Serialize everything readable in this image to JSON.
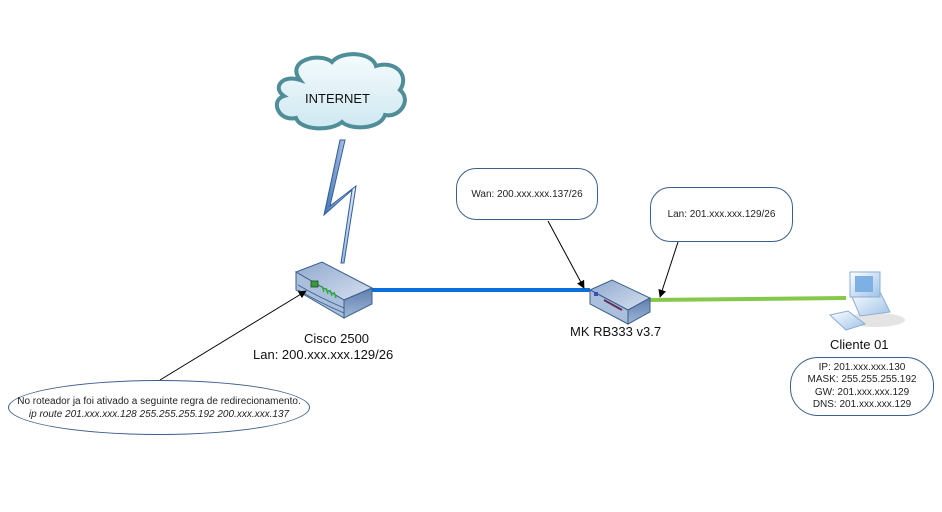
{
  "diagram": {
    "title": "Network topology",
    "cloud": {
      "label": "INTERNET"
    },
    "devices": {
      "cisco": {
        "name": "Cisco 2500",
        "lan": "Lan: 200.xxx.xxx.129/26"
      },
      "mikrotik": {
        "name": "MK RB333 v3.7"
      },
      "client": {
        "name": "Cliente 01"
      }
    },
    "callouts": {
      "wan": "Wan: 200.xxx.xxx.137/26",
      "lan": "Lan: 201.xxx.xxx.129/26",
      "client_info": {
        "ip": "IP: 201.xxx.xxx.130",
        "mask": "MASK: 255.255.255.192",
        "gw": "GW: 201.xxx.xxx.129",
        "dns": "DNS: 201.xxx.xxx.129"
      },
      "note": {
        "line1": "No roteador ja foi ativado a seguinte regra de redirecionamento.",
        "line2": "ip route 201.xxx.xxx.128 255.255.255.192 200.xxx.xxx.137"
      }
    },
    "links": [
      {
        "from": "Cisco 2500",
        "to": "MK RB333 v3.7",
        "color": "#0a6fdc"
      },
      {
        "from": "MK RB333 v3.7",
        "to": "Cliente 01",
        "color": "#86c84a"
      }
    ]
  }
}
